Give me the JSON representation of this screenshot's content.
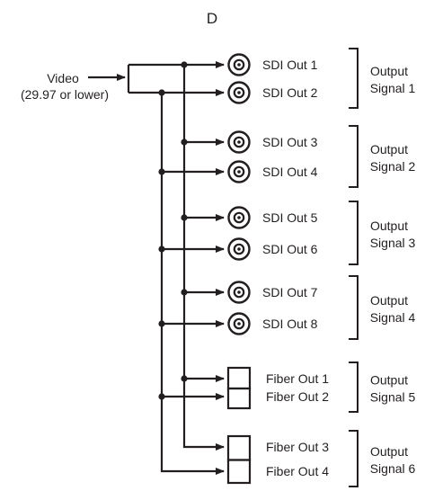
{
  "panel_letter": "D",
  "input": {
    "label": "Video",
    "sublabel": "(29.97 or lower)"
  },
  "sdi_outputs": [
    "SDI Out 1",
    "SDI Out 2",
    "SDI Out 3",
    "SDI Out 4",
    "SDI Out 5",
    "SDI Out 6",
    "SDI Out 7",
    "SDI Out 8"
  ],
  "fiber_outputs": [
    "Fiber Out 1",
    "Fiber Out 2",
    "Fiber Out 3",
    "Fiber Out 4"
  ],
  "signal_groups": [
    {
      "line1": "Output",
      "line2": "Signal 1"
    },
    {
      "line1": "Output",
      "line2": "Signal 2"
    },
    {
      "line1": "Output",
      "line2": "Signal 3"
    },
    {
      "line1": "Output",
      "line2": "Signal 4"
    },
    {
      "line1": "Output",
      "line2": "Signal 5"
    },
    {
      "line1": "Output",
      "line2": "Signal 6"
    }
  ],
  "colors": {
    "ink": "#231f20",
    "background": "#ffffff"
  }
}
